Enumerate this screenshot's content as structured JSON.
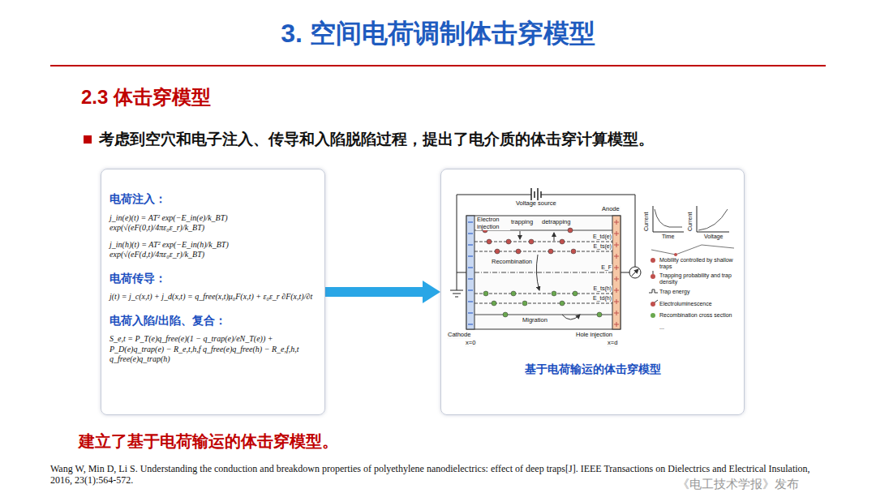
{
  "diagram": {
    "title": "3. 空间电荷调制体击穿模型",
    "nodes": [
      {
        "text": [
          "电荷注入：",
          "j_in(e)(t) = AT² exp(−E_in(e)/k_BT) exp(√(eF(0,t)/4πε₀ε_r)/k_BT)",
          "j_in(h)(t) = AT² exp(−E_in(h)/k_BT) exp(√(eF(d,t)/4πε₀ε_r)/k_BT)",
          "电荷传导：",
          "j(t) = j_c(x,t) + j_d(x,t) = q_free(x,t)μ₀F(x,t) + ε₀ε_r ∂F(x,t)/∂t",
          "电荷入陷/出陷、复合：",
          "S_e,t = P_T(e)q_free(e)(1 − q_trap(e)/eN_T(e)) + P_D(e)q_trap(e) − R_e,t,h,f q_free(e)q_free(h) − R_e,f,h,t q_free(e)q_trap(h)"
        ]
      },
      {
        "text": [
          "基于电荷输运的体击穿模型"
        ]
      }
    ],
    "edges": [
      {
        "from": 0,
        "to": 1,
        "arrow": "to"
      }
    ],
    "labels": [
      "2.3 体击穿模型",
      "考虑到空穴和电子注入、传导和入陷脱陷过程，提出了电介质的体击穿计算模型。",
      "Voltage source",
      "Electron injection",
      "trapping",
      "detrapping",
      "Anode",
      "Recombination",
      "E_td(e)",
      "E_ts(e)",
      "E_F",
      "E_ts(h)",
      "E_td(h)",
      "Migration",
      "Cathode",
      "x=0",
      "Hole injection",
      "x=d",
      "Current",
      "Time",
      "Current",
      "Voltage",
      "建立了基于电荷输运的体击穿模型。",
      "Wang W, Min D, Li S. Understanding the conduction and breakdown properties of polyethylene nanodielectrics: effect of deep traps[J]. IEEE Transactions on Dielectrics and Electrical Insulation, 2016, 23(1):564-572.",
      "《电工技术学报》发布"
    ],
    "legend": [
      {
        "text": "Mobility controlled by shallow traps"
      },
      {
        "text": "Trapping probability and trap density"
      },
      {
        "text": "Trap energy"
      },
      {
        "text": "Electroluminescence"
      },
      {
        "text": "Recombination cross section"
      },
      {
        "text": "..."
      }
    ]
  }
}
